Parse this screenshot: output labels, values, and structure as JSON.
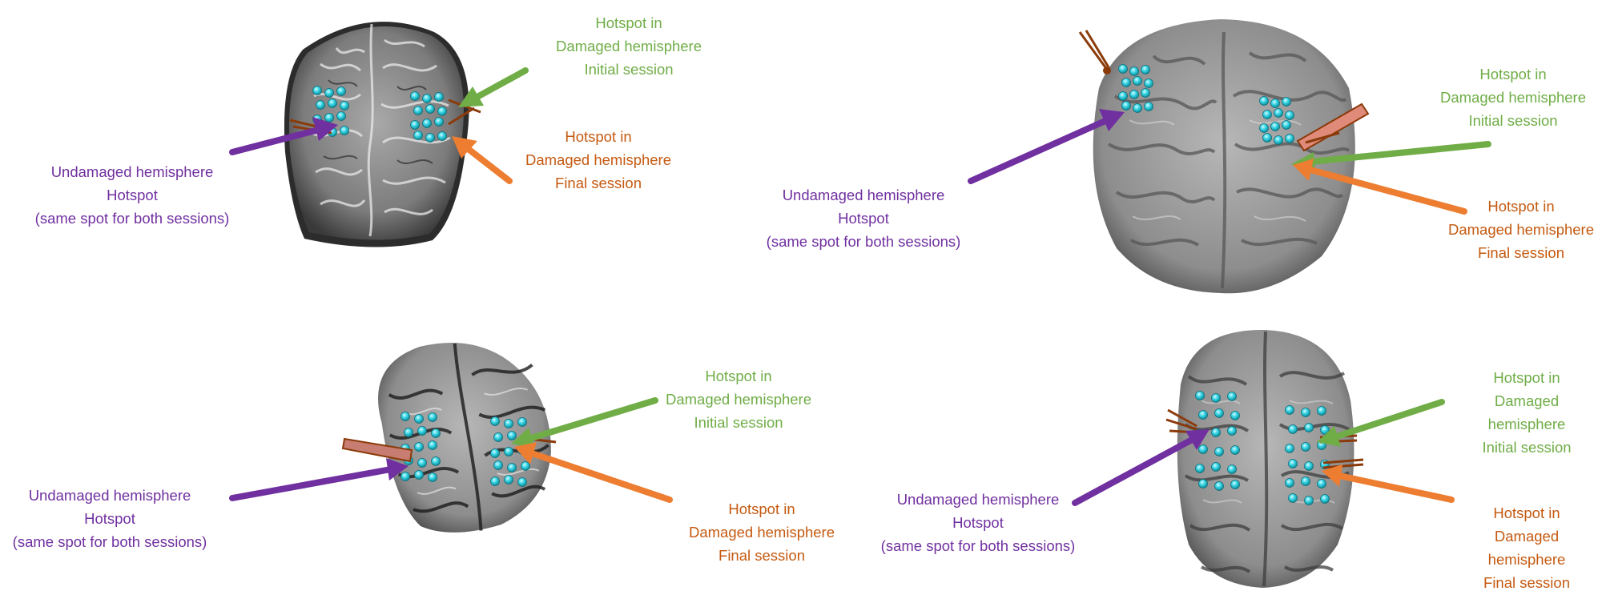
{
  "colors": {
    "undamaged": "#7030a0",
    "initial": "#70ad47",
    "final": "#c55a11",
    "marker": "#3ad6e6",
    "marker_edge": "#0e6f7a",
    "arrow_undamaged": "#7030a0",
    "arrow_initial": "#70ad47",
    "arrow_final": "#ed7d31"
  },
  "panels": [
    {
      "id": "top-left",
      "undamaged_label": [
        "Undamaged hemisphere",
        "Hotspot",
        "(same spot for both sessions)"
      ],
      "initial_label": [
        "Hotspot in",
        "Damaged hemisphere",
        "Initial session"
      ],
      "final_label": [
        "Hotspot in",
        "Damaged hemisphere",
        "Final session"
      ]
    },
    {
      "id": "top-right",
      "undamaged_label": [
        "Undamaged hemisphere",
        "Hotspot",
        "(same spot for both sessions)"
      ],
      "initial_label": [
        "Hotspot in",
        "Damaged hemisphere",
        "Initial session"
      ],
      "final_label": [
        "Hotspot in",
        "Damaged hemisphere",
        "Final session"
      ]
    },
    {
      "id": "bottom-left",
      "undamaged_label": [
        "Undamaged hemisphere",
        "Hotspot",
        "(same spot for both sessions)"
      ],
      "initial_label": [
        "Hotspot in",
        "Damaged hemisphere",
        "Initial session"
      ],
      "final_label": [
        "Hotspot in",
        "Damaged hemisphere",
        "Final session"
      ]
    },
    {
      "id": "bottom-right",
      "undamaged_label": [
        "Undamaged hemisphere",
        "Hotspot",
        "(same spot for both sessions)"
      ],
      "initial_label": [
        "Hotspot in",
        "Damaged",
        "hemisphere",
        "Initial session"
      ],
      "final_label": [
        "Hotspot in",
        "Damaged",
        "hemisphere",
        "Final session"
      ]
    }
  ]
}
